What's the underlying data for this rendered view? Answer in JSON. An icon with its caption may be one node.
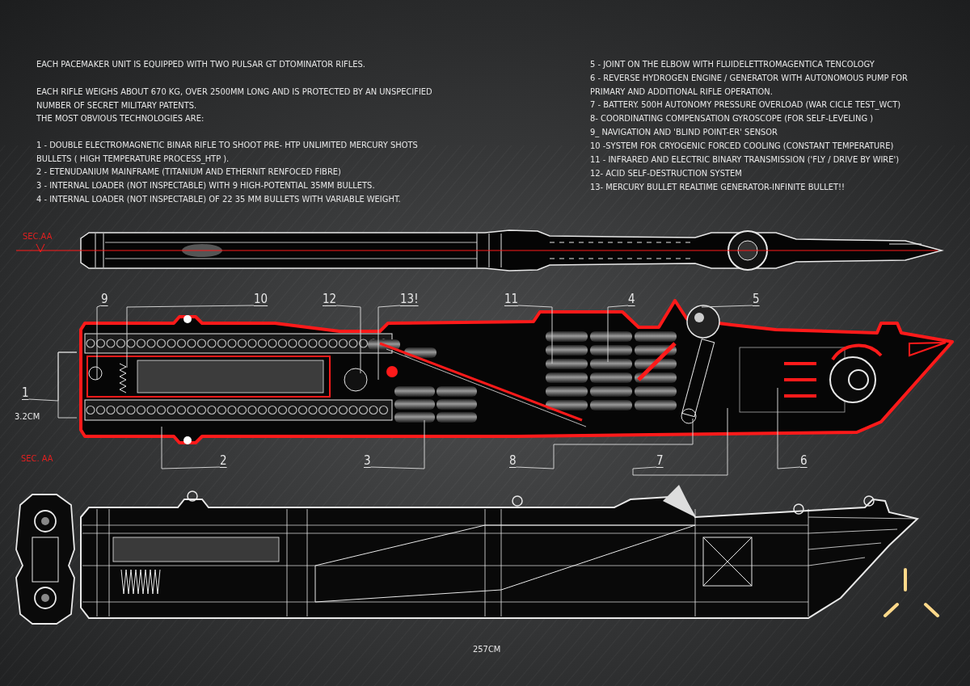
{
  "diagram": {
    "nodes": [
      {
        "text": [
          "9"
        ]
      },
      {
        "text": [
          "10"
        ]
      },
      {
        "text": [
          "12"
        ]
      },
      {
        "text": [
          "13!"
        ]
      },
      {
        "text": [
          "11"
        ]
      },
      {
        "text": [
          "4"
        ]
      },
      {
        "text": [
          "5"
        ]
      },
      {
        "text": [
          "1"
        ]
      },
      {
        "text": [
          "2"
        ]
      },
      {
        "text": [
          "3"
        ]
      },
      {
        "text": [
          "8"
        ]
      },
      {
        "text": [
          "7"
        ]
      },
      {
        "text": [
          "6"
        ]
      }
    ],
    "edges": [
      {
        "from": 0,
        "to": null,
        "arrow": "none"
      },
      {
        "from": 1,
        "to": null,
        "arrow": "none"
      },
      {
        "from": 2,
        "to": null,
        "arrow": "none"
      },
      {
        "from": 3,
        "to": null,
        "arrow": "none"
      },
      {
        "from": 4,
        "to": null,
        "arrow": "none"
      },
      {
        "from": 5,
        "to": null,
        "arrow": "none"
      },
      {
        "from": 6,
        "to": null,
        "arrow": "none"
      },
      {
        "from": 7,
        "to": null,
        "arrow": "none"
      },
      {
        "from": 8,
        "to": null,
        "arrow": "none"
      },
      {
        "from": 9,
        "to": null,
        "arrow": "none"
      },
      {
        "from": 10,
        "to": null,
        "arrow": "none"
      },
      {
        "from": 11,
        "to": null,
        "arrow": "none"
      },
      {
        "from": 12,
        "to": null,
        "arrow": "none"
      }
    ],
    "labels": [
      "EACH PACEMAKER UNIT IS EQUIPPED WITH TWO PULSAR GT DTOMINATOR RIFLES.",
      "EACH RIFLE WEIGHS ABOUT 670 KG, OVER 2500MM LONG AND IS PROTECTED BY AN UNSPECIFIED NUMBER OF SECRET MILITARY PATENTS.",
      "THE MOST OBVIOUS TECHNOLOGIES ARE:",
      "1 - DOUBLE ELECTROMAGNETIC BINAR RIFLE TO SHOOT PRE- HTP UNLIMITED MERCURY SHOTS BULLETS ( HIGH TEMPERATURE PROCESS_HTP ).",
      "2 - ETENUDANIUM MAINFRAME (TITANIUM AND ETHERNIT RENFOCED FIBRE)",
      "3 - INTERNAL LOADER (NOT INSPECTABLE) WITH 9 HIGH-POTENTIAL 35MM BULLETS.",
      "4 - INTERNAL LOADER (NOT INSPECTABLE) OF 22 35 MM BULLETS WITH VARIABLE WEIGHT.",
      "5 - JOINT ON THE ELBOW WITH FLUIDELETTROMAGENTICA TENCOLOGY",
      "6 - REVERSE HYDROGEN ENGINE / GENERATOR WITH AUTONOMOUS PUMP FOR PRIMARY AND ADDITIONAL RIFLE OPERATION.",
      "7 - BATTERY. 500H AUTONOMY PRESSURE OVERLOAD (WAR CICLE TEST_WCT)",
      "8- COORDINATING COMPENSATION GYROSCOPE (FOR SELF-LEVELING )",
      "9_ NAVIGATION AND 'BLIND POINT-ER' SENSOR",
      "10 -SYSTEM FOR CRYOGENIC FORCED COOLING (CONSTANT TEMPERATURE)",
      "11 - INFRARED AND ELECTRIC BINARY TRANSMISSION ('FLY / DRIVE BY WIRE')",
      "12- ACID SELF-DESTRUCTION SYSTEM",
      "13- MERCURY BULLET REALTIME GENERATOR-INFINITE BULLET!!",
      "SEC.AA",
      "3.2CM",
      "SEC. AA",
      "257CM"
    ]
  }
}
